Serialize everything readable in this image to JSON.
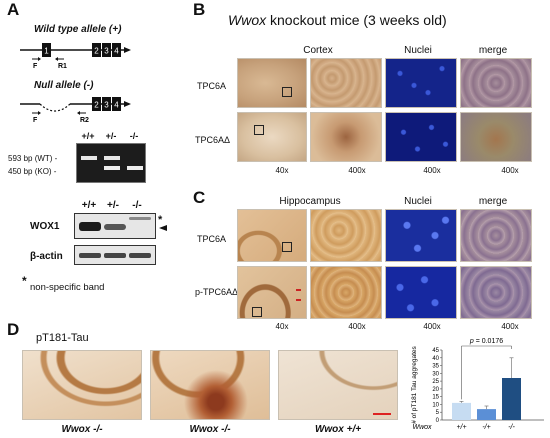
{
  "panel_a": {
    "label": "A",
    "wild_type_title": "Wild type allele (+)",
    "null_title": "Null allele (-)",
    "exons": [
      "1",
      "2",
      "3",
      "4"
    ],
    "primer_labels": [
      "F",
      "R1",
      "F",
      "R2"
    ],
    "genotypes": [
      "+/+",
      "+/-",
      "-/-"
    ],
    "band_wt": "593 bp (WT) -",
    "band_ko": "450 bp (KO) -",
    "blot_label_wox1": "WOX1",
    "blot_label_actin": "β-actin",
    "asterisk": "*",
    "footnote": "non-specific band"
  },
  "panel_b": {
    "label": "B",
    "title_gene": "Wwox",
    "title_rest": "knockout mice (3 weeks old)",
    "col_headers": [
      "Cortex",
      "Nuclei",
      "merge"
    ],
    "rows": [
      "TPC6A",
      "TPC6AΔ"
    ],
    "mags": [
      "40x",
      "400x",
      "400x",
      "400x"
    ]
  },
  "panel_c": {
    "label": "C",
    "col_headers": [
      "Hippocampus",
      "Nuclei",
      "merge"
    ],
    "rows": [
      "TPC6A",
      "p-TPC6AΔ"
    ],
    "mags": [
      "40x",
      "400x",
      "400x",
      "400x"
    ]
  },
  "panel_d": {
    "label": "D",
    "title": "pT181-Tau",
    "images": [
      {
        "genotype": "Wwox -/-"
      },
      {
        "genotype": "Wwox -/-"
      },
      {
        "genotype": "Wwox +/+"
      }
    ]
  },
  "colors": {
    "bar_wt": "#c6dcf2",
    "bar_het": "#5b8fd6",
    "bar_ko": "#1f4e82",
    "tissue_brown": "#c7a27c",
    "nuclei_blue": "#1a2e9e"
  },
  "chart_data": {
    "type": "bar",
    "categories": [
      "+/+",
      "-/+",
      "-/-"
    ],
    "category_prefix": "Wwox",
    "values": [
      11,
      7,
      27
    ],
    "errors": [
      1,
      2,
      13
    ],
    "ylabel": "# of pT181 Tau aggregates",
    "ylim": [
      0,
      45
    ],
    "yticks": [
      0,
      5,
      10,
      15,
      20,
      25,
      30,
      35,
      40,
      45
    ],
    "annotation_p_symbol": "p",
    "annotation_p_value": "= 0.0176",
    "grid": false
  }
}
